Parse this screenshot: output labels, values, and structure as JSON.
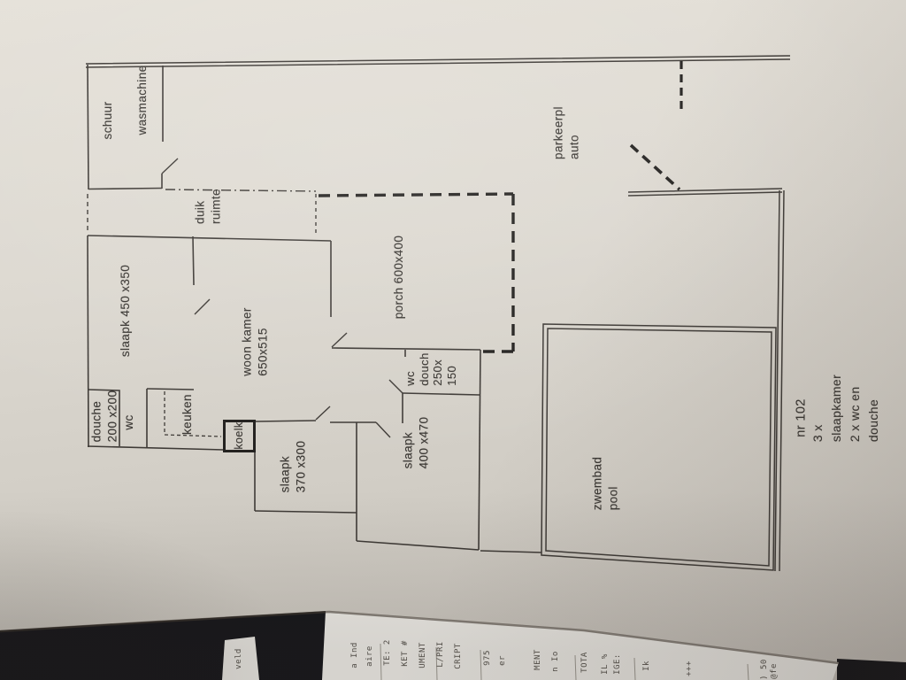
{
  "plan": {
    "labels": {
      "schuur": "schuur",
      "wasmachine": "wasmachine",
      "duik_ruimte": "duik\nruimte",
      "slaapk_450": "slaapk 450 x350",
      "woonkamer": "woon kamer\n650x515",
      "porch": "porch 600x400",
      "douche": "douche\n200 x200",
      "wc": "wc",
      "keuken": "keuken",
      "koelk": "koelk",
      "slaapk_370": "slaapk\n370 x300",
      "wc_douch": "wc\ndouch\n250x\n150",
      "slaapk_400": "slaapk\n400 x470",
      "zwembad": "zwembad\npool",
      "parkeerplaats": "parkeerpl\nauto",
      "house_number": "nr 102",
      "summary": "3 x slaapkamer\n2 x wc en douche"
    }
  },
  "receipt": {
    "fragments": [
      "veld",
      "a Ind",
      "aire",
      "TE: 2",
      "KET #",
      "UMENT",
      "L/PRI",
      "CRIPT",
      "975",
      "er",
      "MENT",
      "n Io",
      "TOTA",
      "IL %",
      "IGE:",
      "Ik",
      "+++",
      ") 50",
      "@fe"
    ]
  },
  "colors": {
    "ink": "#3b3733",
    "bold_ink": "#23211f",
    "paper": "#d8d4cc",
    "receipt_paper": "#e9e7e2",
    "table": "#17171b"
  }
}
